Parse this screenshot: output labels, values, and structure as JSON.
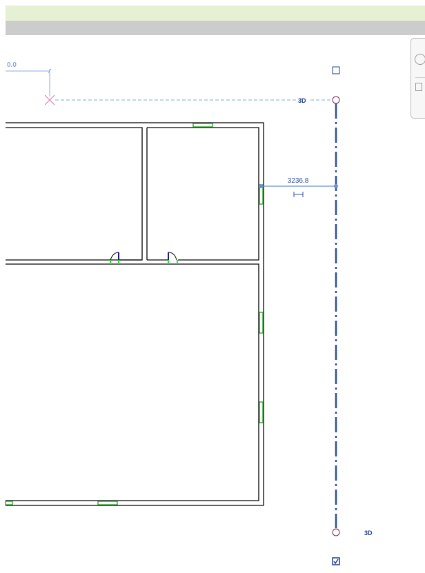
{
  "elevation_label": "0.0",
  "section_tag_top": "3D",
  "section_tag_bottom": "3D",
  "dimension_value": "3236.8",
  "colors": {
    "wall": "#000000",
    "section_line": "#2b4da0",
    "dimension": "#6b8fd6",
    "reference_dashed": "#a8c8e8",
    "window_door": "#1aa01a",
    "ribbon_green": "#e6f0d4",
    "ribbon_gray": "#cccccc",
    "origin_marker": "#e070b0"
  },
  "icons": [
    "section-flip-square-icon",
    "section-checkbox-icon",
    "navigation-wheel-icon",
    "zoom-region-icon",
    "origin-cross-icon",
    "dimension-lock-icon"
  ]
}
